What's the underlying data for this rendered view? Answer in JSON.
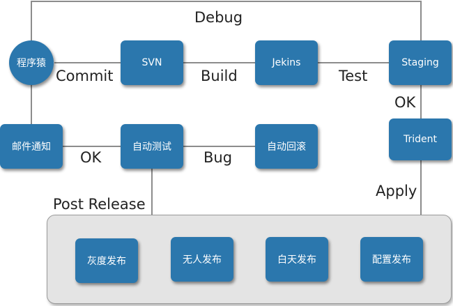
{
  "nodes": {
    "programmer": "程序猿",
    "svn": "SVN",
    "jekins": "Jekins",
    "staging": "Staging",
    "email": "邮件通知",
    "autotest": "自动测试",
    "rollback": "自动回滚",
    "trident": "Trident",
    "gray": "灰度发布",
    "unattended": "无人发布",
    "daytime": "白天发布",
    "config": "配置发布"
  },
  "edges": {
    "debug": "Debug",
    "commit": "Commit",
    "build": "Build",
    "test": "Test",
    "ok_staging": "OK",
    "ok_email": "OK",
    "bug": "Bug",
    "apply": "Apply",
    "post_release": "Post Release"
  },
  "colors": {
    "node_fill": "#2b77ad",
    "node_text": "#ffffff",
    "line": "#8c8c8c",
    "panel": "#e4e4e4"
  }
}
